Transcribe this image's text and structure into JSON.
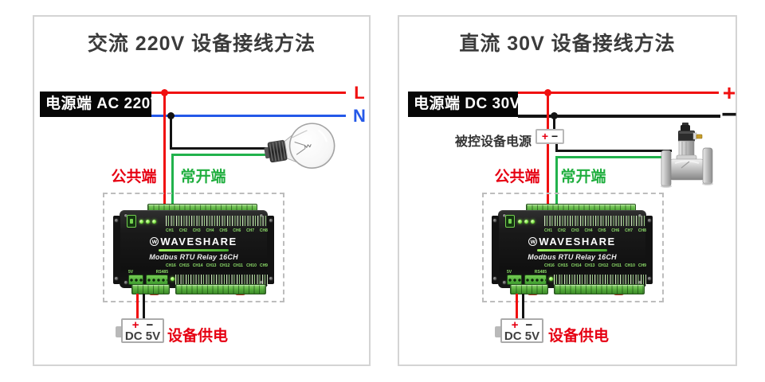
{
  "panels": {
    "ac": {
      "title": "交流 220V 设备接线方法",
      "source_label": "电源端 AC 220V",
      "live_label": "L",
      "neutral_label": "N",
      "common_label": "公共端",
      "normally_open_label": "常开端",
      "load": "incandescent-light-bulb",
      "battery_plus": "+",
      "battery_minus": "−",
      "battery_voltage": "DC 5V",
      "supply_label": "设备供电"
    },
    "dc": {
      "title": "直流 30V 设备接线方法",
      "source_label": "电源端 DC 30V",
      "plus_label": "+",
      "minus_label": "−",
      "controlled_power_label": "被控设备电源",
      "polarity_plus": "+",
      "polarity_minus": "−",
      "common_label": "公共端",
      "normally_open_label": "常开端",
      "load": "solenoid-valve",
      "battery_plus": "+",
      "battery_minus": "−",
      "battery_voltage": "DC 5V",
      "supply_label": "设备供电"
    }
  },
  "device": {
    "brand": "WAVESHARE",
    "model": "Modbus RTU Relay 16CH",
    "channels_top": [
      "CH1",
      "CH2",
      "CH3",
      "CH4",
      "CH5",
      "CH6",
      "CH7",
      "CH8"
    ],
    "channels_bottom": [
      "CH16",
      "CH15",
      "CH14",
      "CH13",
      "CH12",
      "CH11",
      "CH10",
      "CH9"
    ],
    "port_labels": [
      "5V",
      "RS485"
    ]
  },
  "colors": {
    "wire_red": "#f01010",
    "wire_blue": "#2458e8",
    "wire_green": "#21b24c",
    "wire_black": "#141414",
    "label_red": "#e60012",
    "label_green": "#1fae3e",
    "title_gray": "#3b3b3b"
  }
}
